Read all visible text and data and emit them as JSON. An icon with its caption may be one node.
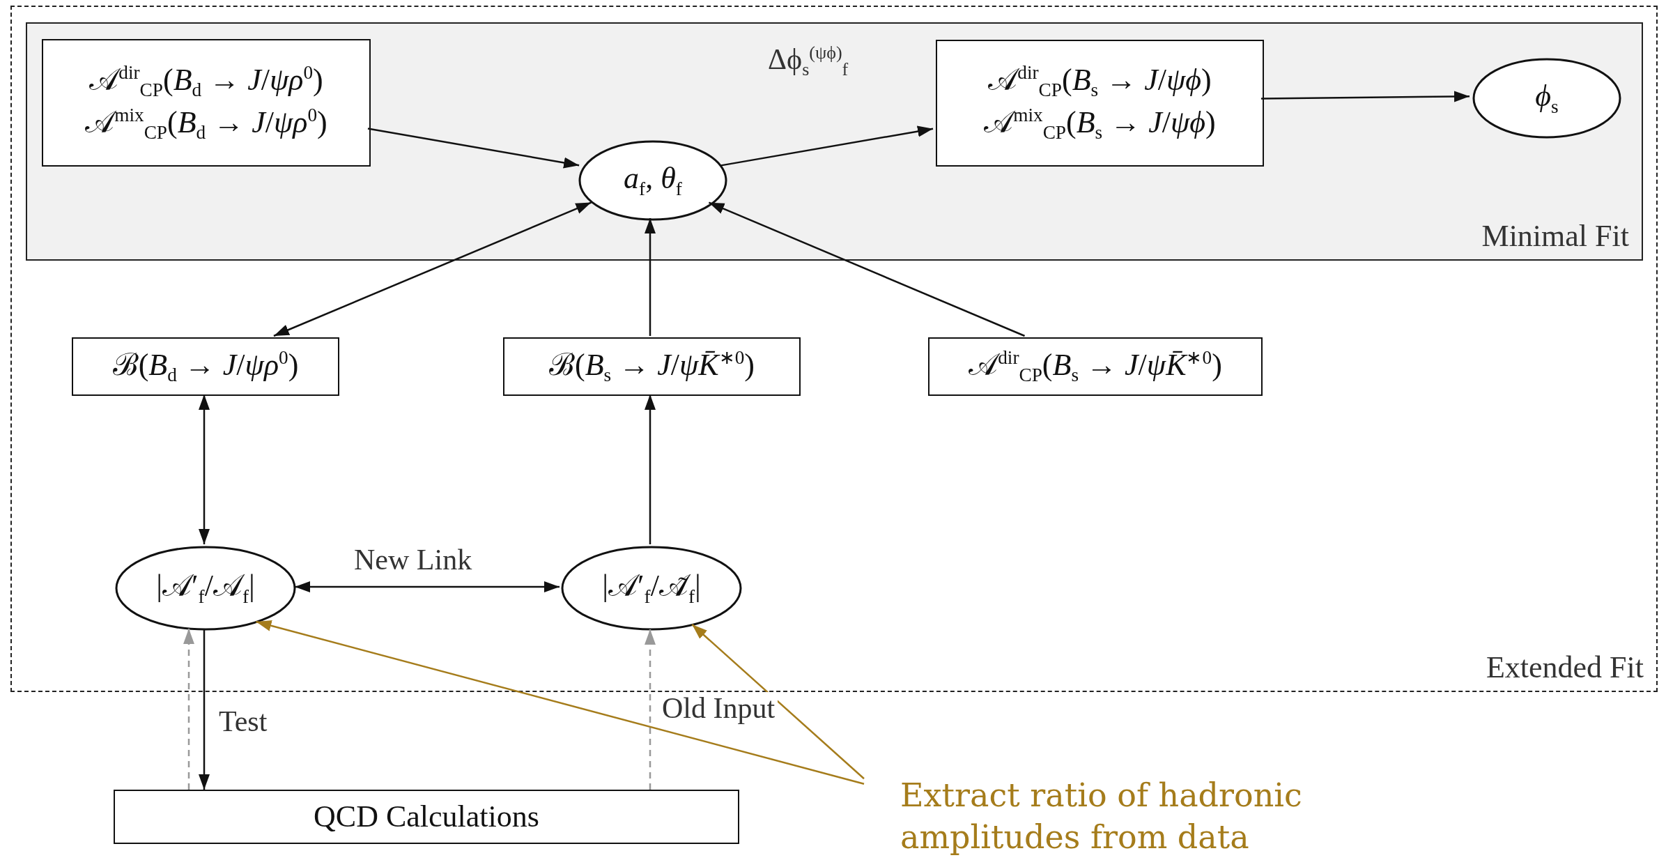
{
  "diagram": {
    "nodes": [
      {
        "text": [
          "Extended Fit"
        ]
      },
      {
        "text": [
          "Minimal Fit"
        ],
        "in": 0
      },
      {
        "text": [
          "𝒜$^{dir}$$_{CP}$(*B*$_{d}$ → *J*/*ψρ*$^{0}$)",
          "𝒜$^{mix}$$_{CP}$(*B*$_{d}$ → *J*/*ψρ*$^{0}$)"
        ],
        "in": 1
      },
      {
        "text": [
          "*a*$_{f}$, *θ*$_{f}$"
        ],
        "in": 1
      },
      {
        "text": [
          "𝒜$^{dir}$$_{CP}$(*B*$_{s}$ → *J*/*ψϕ*)",
          "𝒜$^{mix}$$_{CP}$(*B*$_{s}$ → *J*/*ψϕ*)"
        ],
        "in": 1
      },
      {
        "text": [
          "*ϕ*$_{s}$"
        ],
        "in": 1
      },
      {
        "text": [
          "ℬ(*B*$_{d}$ → *J*/*ψρ*$^{0}$)"
        ],
        "in": 0
      },
      {
        "text": [
          "ℬ(*B*$_{s}$ → *J*/*ψK̄*$^{∗0}$)"
        ],
        "in": 0
      },
      {
        "text": [
          "𝒜$^{dir}$$_{CP}$(*B*$_{s}$ → *J*/*ψK̄*$^{∗0}$)"
        ],
        "in": 0
      },
      {
        "text": [
          "|𝒜′$_{f}$/𝒜$_{f}$|"
        ],
        "in": 0
      },
      {
        "text": [
          "|𝒜′$_{f}$/𝒜̃$_{f}$|"
        ],
        "in": 0
      },
      {
        "text": [
          "QCD Calculations"
        ]
      },
      {
        "text": [
          "Extract ratio of hadronic amplitudes from data"
        ]
      }
    ],
    "edges": [
      {
        "from": 2,
        "to": 3,
        "arrow": "to"
      },
      {
        "from": 3,
        "to": 4,
        "arrow": "to",
        "label": "Δϕ$_{s}$$^{(ψϕ)}$$_{f}$"
      },
      {
        "from": 4,
        "to": 5,
        "arrow": "to"
      },
      {
        "from": 6,
        "to": 3,
        "arrow": "both"
      },
      {
        "from": 7,
        "to": 3,
        "arrow": "to"
      },
      {
        "from": 8,
        "to": 3,
        "arrow": "to"
      },
      {
        "from": 6,
        "to": 9,
        "arrow": "both"
      },
      {
        "from": 10,
        "to": 7,
        "arrow": "to"
      },
      {
        "from": 9,
        "to": 10,
        "arrow": "both",
        "label": "New Link"
      },
      {
        "from": 9,
        "to": 11,
        "arrow": "to",
        "label": "Test"
      },
      {
        "from": 11,
        "to": 9,
        "arrow": "to",
        "style": "dashed",
        "color": "#999999"
      },
      {
        "from": 11,
        "to": 10,
        "arrow": "to",
        "style": "dashed",
        "color": "#999999",
        "label": "Old Input"
      },
      {
        "from": 12,
        "to": 9,
        "arrow": "to",
        "color": "#a57c1b"
      },
      {
        "from": 12,
        "to": 10,
        "arrow": "to",
        "color": "#a57c1b"
      }
    ]
  }
}
